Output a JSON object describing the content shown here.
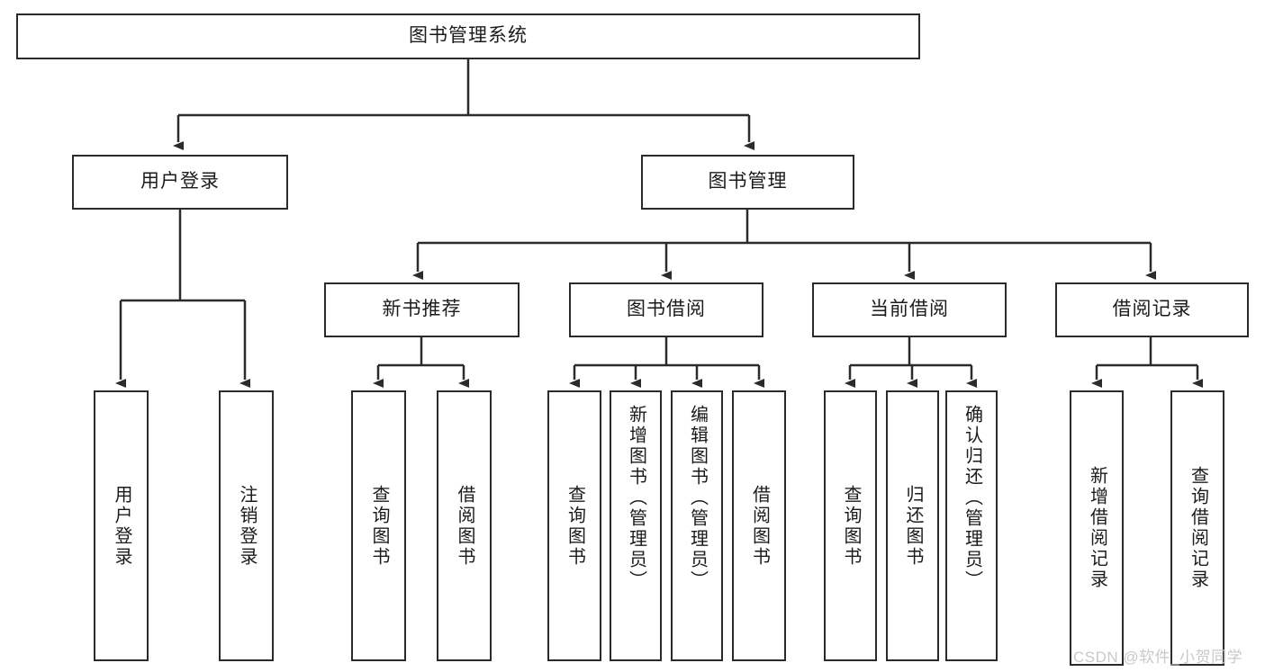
{
  "diagram": {
    "title": "图书管理系统",
    "type": "tree",
    "colors": {
      "box_border": "#2b2b2b",
      "box_fill": "#ffffff",
      "edge": "#2b2b2b",
      "text": "#1b1b1b",
      "watermark": "#c9c9c9",
      "background": "#ffffff"
    },
    "root": {
      "label": "图书管理系统"
    },
    "level2": [
      {
        "label": "用户登录"
      },
      {
        "label": "图书管理"
      }
    ],
    "level3": [
      {
        "label": "新书推荐"
      },
      {
        "label": "图书借阅"
      },
      {
        "label": "当前借阅"
      },
      {
        "label": "借阅记录"
      }
    ],
    "leaves": {
      "user_login": [
        {
          "label": "用户登录"
        },
        {
          "label": "注销登录"
        }
      ],
      "new_book_recommend": [
        {
          "label": "查询图书"
        },
        {
          "label": "借阅图书"
        }
      ],
      "book_borrow": [
        {
          "label": "查询图书"
        },
        {
          "label": "新增图书（管理员）"
        },
        {
          "label": "编辑图书（管理员）"
        },
        {
          "label": "借阅图书"
        }
      ],
      "current_borrow": [
        {
          "label": "查询图书"
        },
        {
          "label": "归还图书"
        },
        {
          "label": "确认归还（管理员）"
        }
      ],
      "borrow_record": [
        {
          "label": "新增借阅记录"
        },
        {
          "label": "查询借阅记录"
        }
      ]
    }
  },
  "watermark": {
    "text": "CSDN @软件_小贺同学"
  }
}
